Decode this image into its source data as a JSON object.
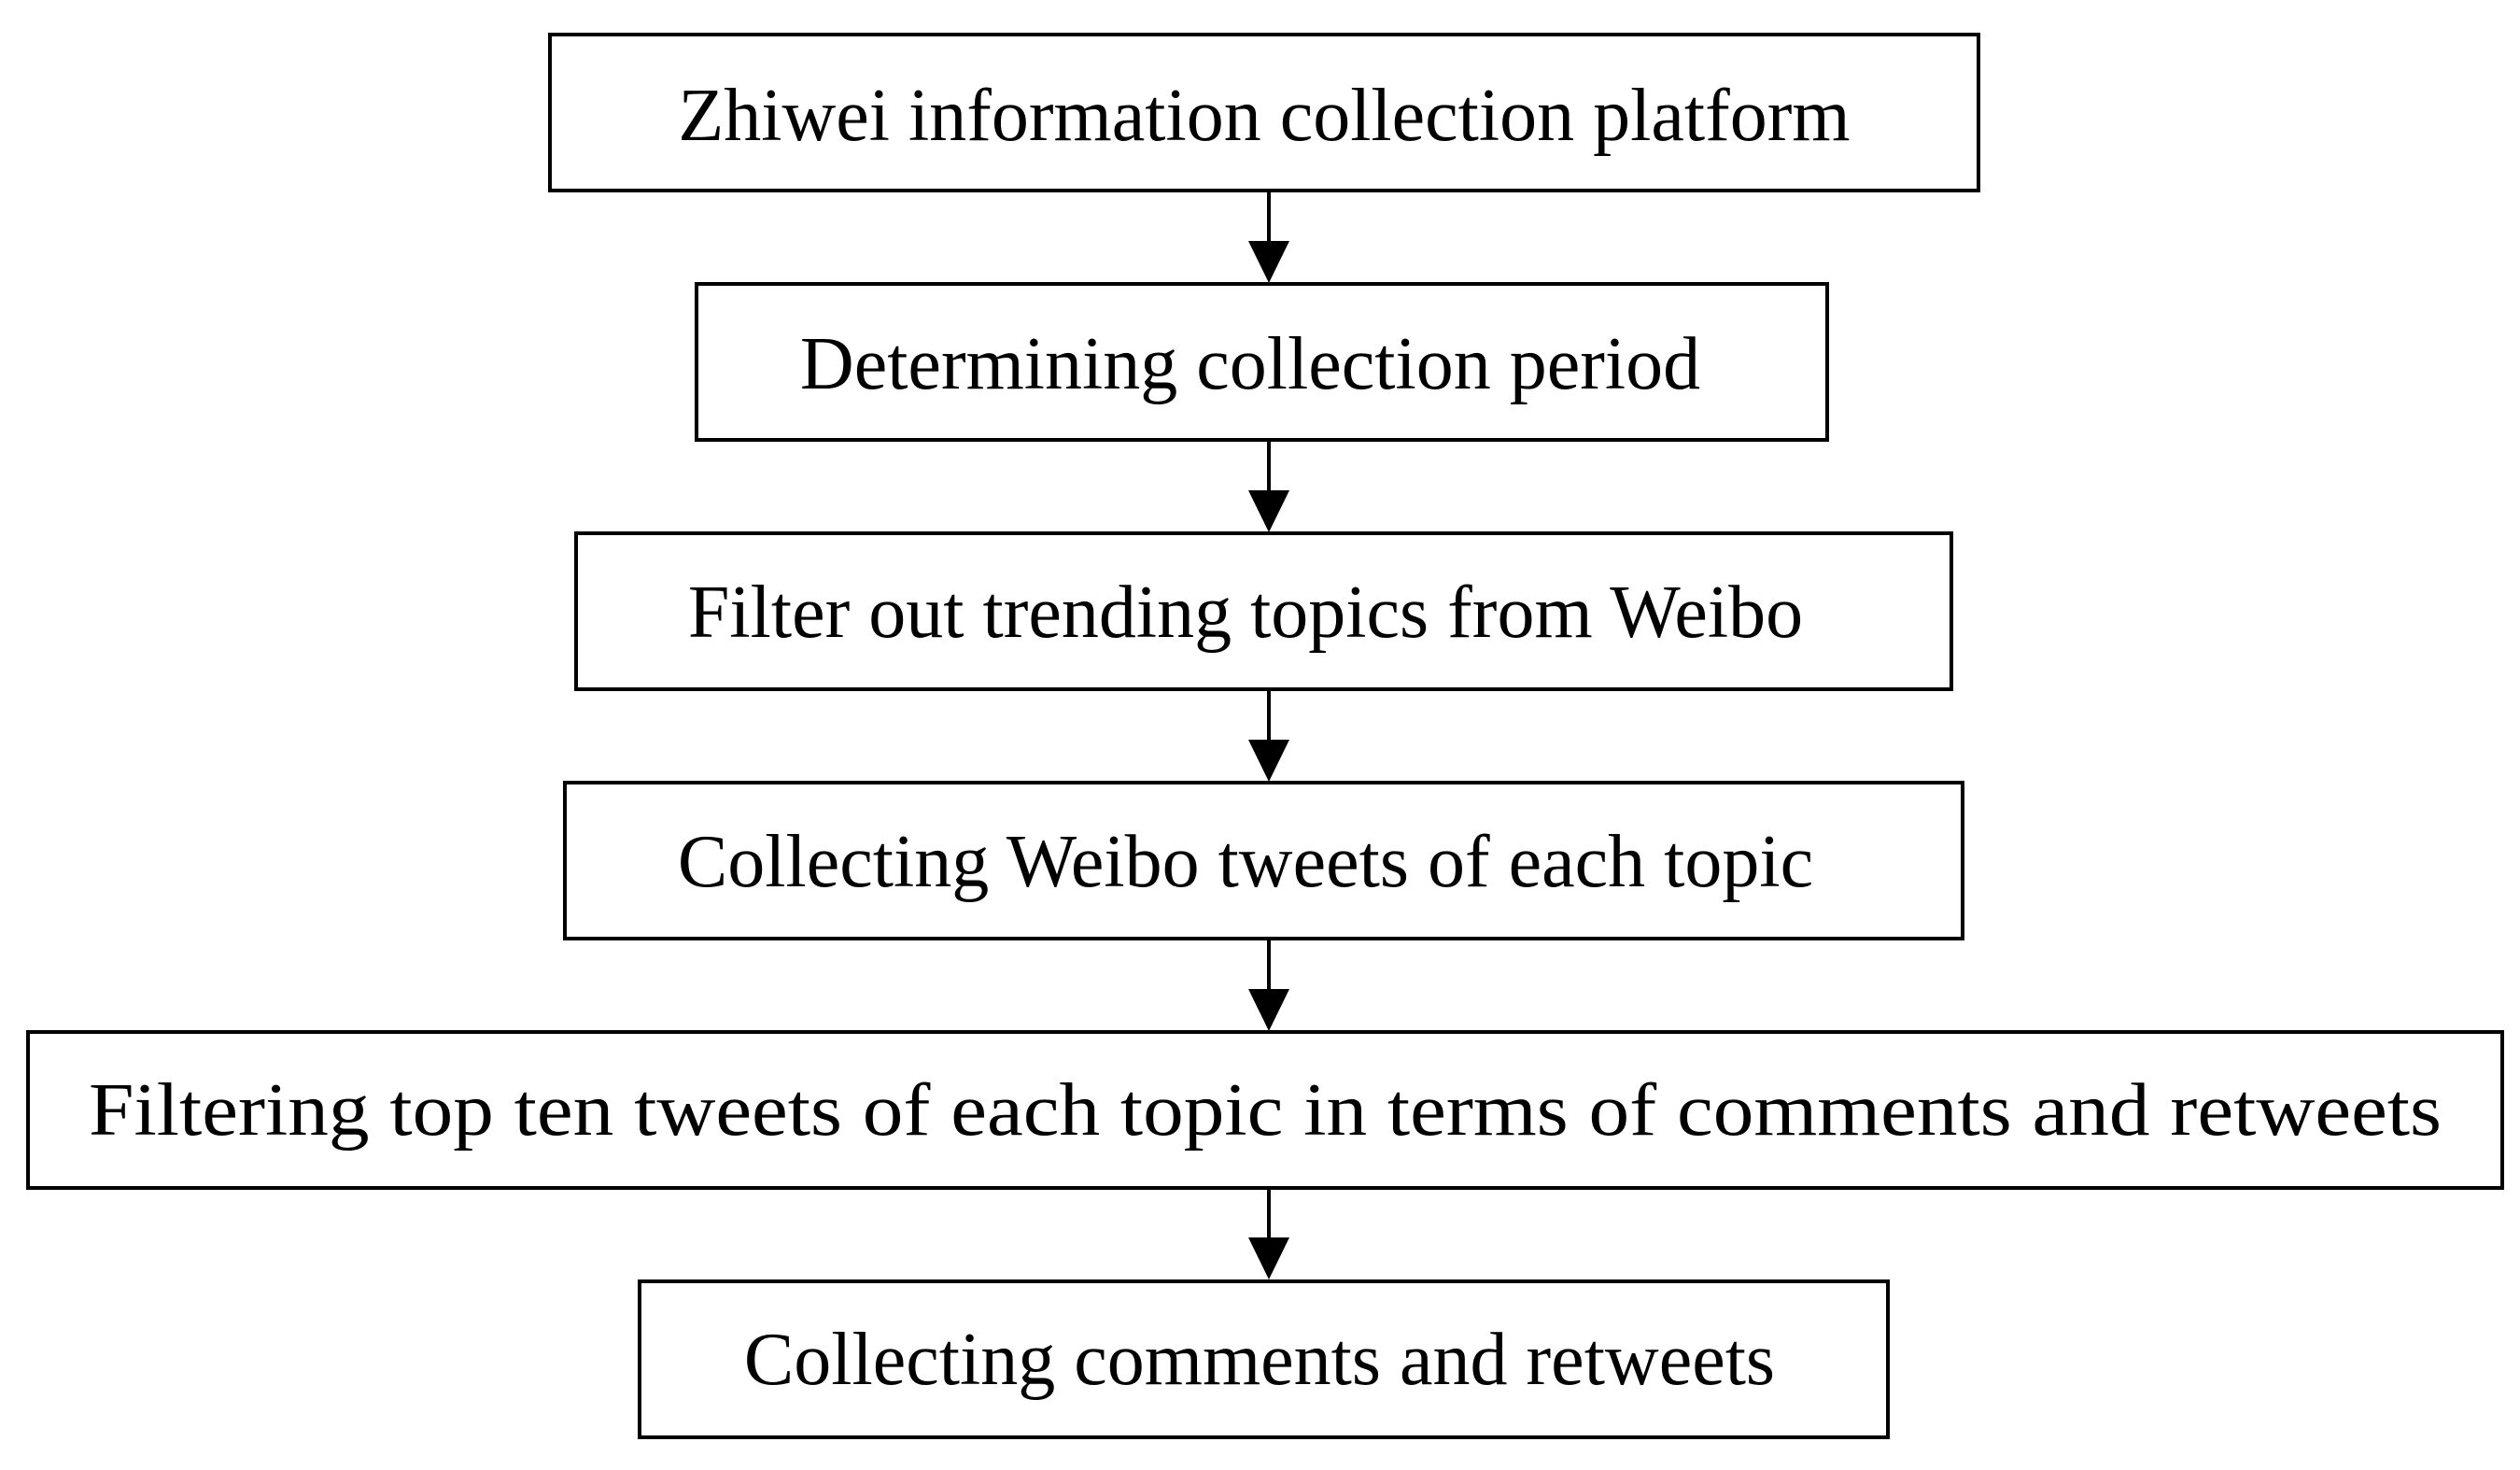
{
  "diagram": {
    "type": "flowchart",
    "direction": "top-to-bottom",
    "colors": {
      "box_fill": "#ffffff",
      "stroke": "#000000",
      "text": "#000000"
    },
    "steps": [
      {
        "label": "Zhiwei information collection platform"
      },
      {
        "label": "Determining collection period"
      },
      {
        "label": "Filter out trending topics from Weibo"
      },
      {
        "label": "Collecting Weibo tweets of each topic"
      },
      {
        "label": "Filtering top ten tweets of each topic in terms of comments and retweets"
      },
      {
        "label": "Collecting comments and retweets"
      }
    ],
    "connections": [
      {
        "from": 0,
        "to": 1
      },
      {
        "from": 1,
        "to": 2
      },
      {
        "from": 2,
        "to": 3
      },
      {
        "from": 3,
        "to": 4
      },
      {
        "from": 4,
        "to": 5
      }
    ]
  }
}
